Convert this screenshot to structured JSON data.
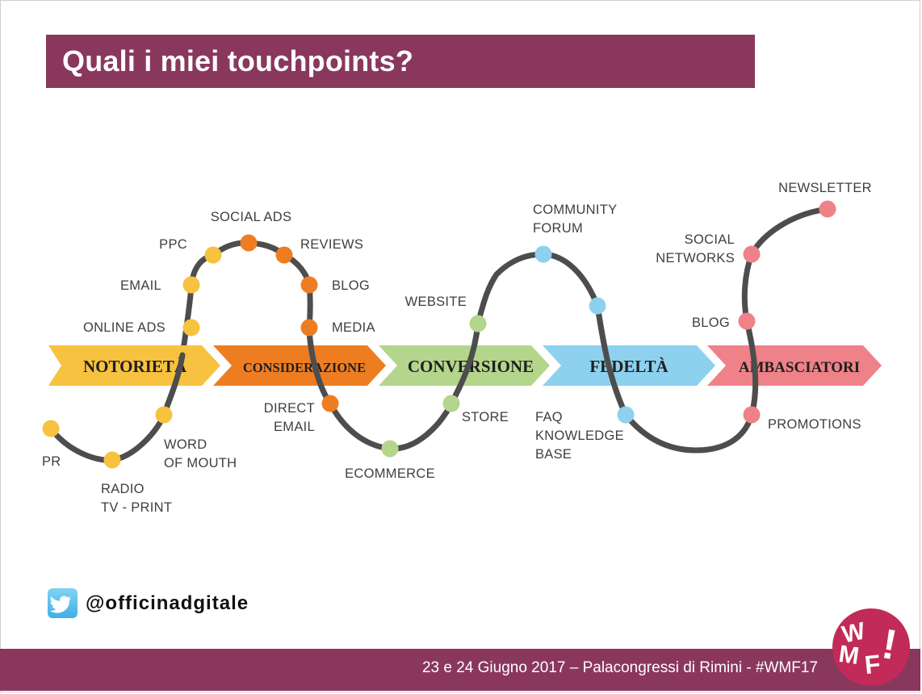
{
  "slide": {
    "title": "Quali i miei touchpoints?",
    "twitter_handle": "@officinadgitale",
    "footer": "23 e 24 Giugno 2017 – Palacongressi di Rimini - #WMF17",
    "logo_letters": [
      "W",
      "M",
      "F",
      "!"
    ]
  },
  "stages": [
    {
      "label": "NOTORIETÀ",
      "color": "#f7c23f"
    },
    {
      "label": "CONSIDERAZIONE",
      "color": "#ee7d22"
    },
    {
      "label": "CONVERSIONE",
      "color": "#b4d68c"
    },
    {
      "label": "FEDELTÀ",
      "color": "#8dd1ef"
    },
    {
      "label": "AMBASCIATORI",
      "color": "#ef8189"
    }
  ],
  "touchpoints": [
    {
      "lines": [
        "PR"
      ],
      "stage": 0
    },
    {
      "lines": [
        "RADIO",
        "TV - PRINT"
      ],
      "stage": 0
    },
    {
      "lines": [
        "WORD",
        "OF MOUTH"
      ],
      "stage": 0
    },
    {
      "lines": [
        "ONLINE ADS"
      ],
      "stage": 0
    },
    {
      "lines": [
        "EMAIL"
      ],
      "stage": 0
    },
    {
      "lines": [
        "PPC"
      ],
      "stage": 0
    },
    {
      "lines": [
        "SOCIAL ADS"
      ],
      "stage": 1
    },
    {
      "lines": [
        "REVIEWS"
      ],
      "stage": 1
    },
    {
      "lines": [
        "BLOG"
      ],
      "stage": 1
    },
    {
      "lines": [
        "MEDIA"
      ],
      "stage": 1
    },
    {
      "lines": [
        "DIRECT",
        "EMAIL"
      ],
      "stage": 1
    },
    {
      "lines": [
        "ECOMMERCE"
      ],
      "stage": 2
    },
    {
      "lines": [
        "STORE"
      ],
      "stage": 2
    },
    {
      "lines": [
        "WEBSITE"
      ],
      "stage": 2
    },
    {
      "lines": [
        "COMMUNITY",
        "FORUM"
      ],
      "stage": 3
    },
    {
      "lines": [
        "FAQ",
        "KNOWLEDGE",
        "BASE"
      ],
      "stage": 3
    },
    {
      "lines": [
        "PROMOTIONS"
      ],
      "stage": 4
    },
    {
      "lines": [
        "BLOG"
      ],
      "stage": 4
    },
    {
      "lines": [
        "SOCIAL",
        "NETWORKS"
      ],
      "stage": 4
    },
    {
      "lines": [
        "NEWSLETTER"
      ],
      "stage": 4
    }
  ]
}
